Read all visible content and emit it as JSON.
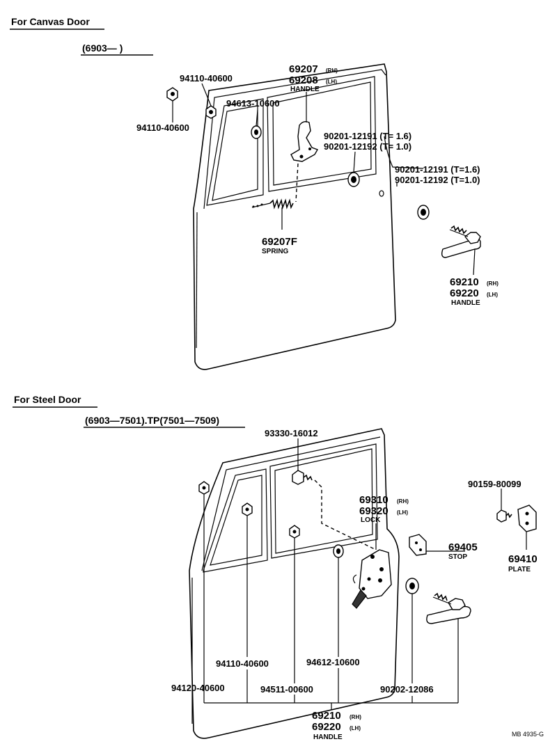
{
  "canvas": {
    "title": "For Canvas Door",
    "range": "(6903—      )",
    "parts": {
      "nut_top": "94110-40600",
      "nut_left": "94110-40600",
      "inner_rh": "69207",
      "inner_rh_side": "(RH)",
      "inner_lh": "69208",
      "inner_lh_side": "(LH)",
      "inner_name": "HANDLE",
      "washer": "94613-10600",
      "spacer_a1": "90201-12191 (T= 1.6)",
      "spacer_a2": "90201-12192 (T= 1.0)",
      "spacer_b1": "90201-12191 (T=1.6)",
      "spacer_b2": "90201-12192 (T=1.0)",
      "spring": "69207F",
      "spring_name": "SPRING",
      "outer_rh": "69210",
      "outer_rh_side": "(RH)",
      "outer_lh": "69220",
      "outer_lh_side": "(LH)",
      "outer_name": "HANDLE"
    }
  },
  "steel": {
    "title": "For Steel Door",
    "range": "(6903—7501).TP(7501—7509)",
    "parts": {
      "screw": "93330-16012",
      "lock_rh": "69310",
      "lock_rh_side": "(RH)",
      "lock_lh": "69320",
      "lock_lh_side": "(LH)",
      "lock_name": "LOCK",
      "plate_screw": "90159-80099",
      "stop": "69405",
      "stop_name": "STOP",
      "plate": "69410",
      "plate_name": "PLATE",
      "nut_a": "94110-40600",
      "washer": "94612-10600",
      "nut_b": "94120-40600",
      "washer_b": "94511-00600",
      "spacer": "90202-12086",
      "handle_rh": "69210",
      "handle_rh_side": "(RH)",
      "handle_lh": "69220",
      "handle_lh_side": "(LH)",
      "handle_name": "HANDLE"
    }
  },
  "ref_code": "MB 4935-G"
}
